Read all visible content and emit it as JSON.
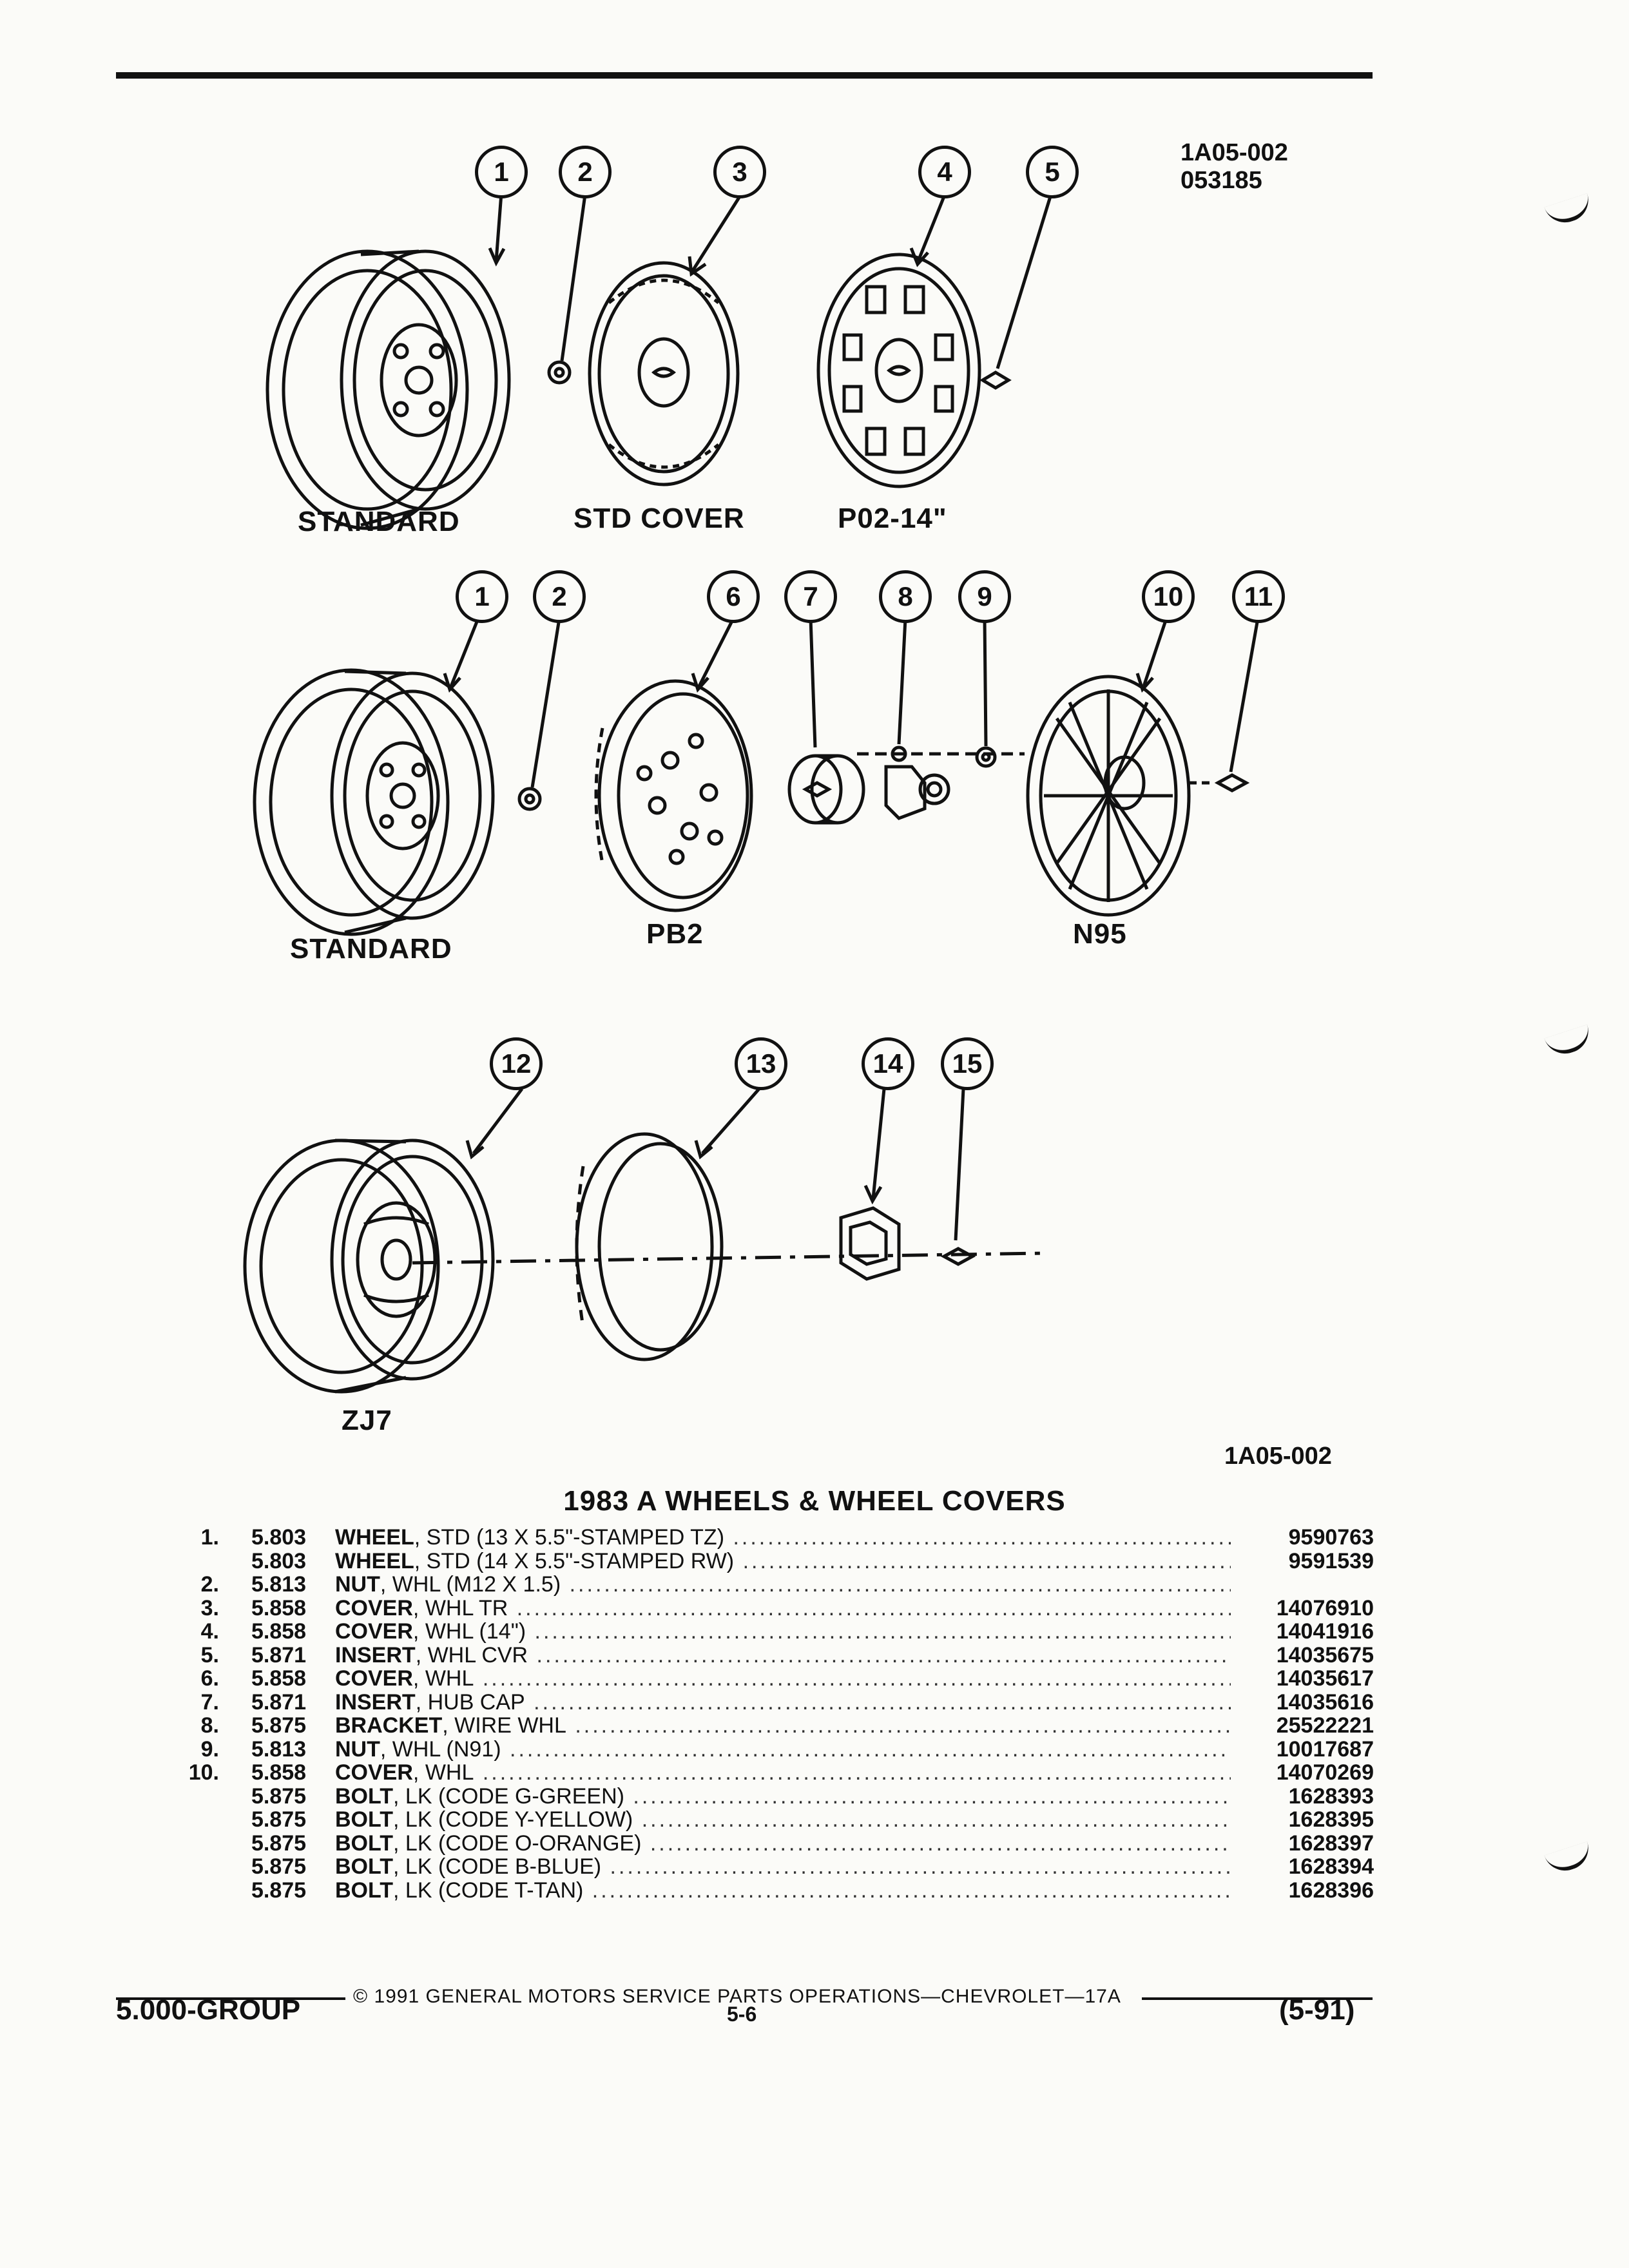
{
  "header": {
    "ref_code": "1A05-002",
    "ref_date": "053185"
  },
  "figure": {
    "labels": {
      "standard_1": "STANDARD",
      "std_cover": "STD COVER",
      "p02": "P02-14\"",
      "standard_2": "STANDARD",
      "pb2": "PB2",
      "n95": "N95",
      "zj7": "ZJ7"
    },
    "callouts": [
      "1",
      "2",
      "3",
      "4",
      "5",
      "1",
      "2",
      "6",
      "7",
      "8",
      "9",
      "10",
      "11",
      "12",
      "13",
      "14",
      "15"
    ],
    "ref_bottom": "1A05-002"
  },
  "parts": {
    "title": "1983 A WHEELS & WHEEL COVERS",
    "rows": [
      {
        "num": "1.",
        "group": "5.803",
        "lead": "WHEEL",
        "rest": ", STD (13 X 5.5\"-STAMPED TZ)",
        "part": "9590763"
      },
      {
        "num": "",
        "group": "5.803",
        "lead": "WHEEL",
        "rest": ", STD (14 X 5.5\"-STAMPED RW)",
        "part": "9591539"
      },
      {
        "num": "2.",
        "group": "5.813",
        "lead": "NUT",
        "rest": ", WHL (M12 X 1.5)",
        "part": ""
      },
      {
        "num": "3.",
        "group": "5.858",
        "lead": "COVER",
        "rest": ", WHL TR",
        "part": "14076910"
      },
      {
        "num": "4.",
        "group": "5.858",
        "lead": "COVER",
        "rest": ", WHL (14\")",
        "part": "14041916"
      },
      {
        "num": "5.",
        "group": "5.871",
        "lead": "INSERT",
        "rest": ", WHL CVR",
        "part": "14035675"
      },
      {
        "num": "6.",
        "group": "5.858",
        "lead": "COVER",
        "rest": ", WHL",
        "part": "14035617"
      },
      {
        "num": "7.",
        "group": "5.871",
        "lead": "INSERT",
        "rest": ", HUB CAP",
        "part": "14035616"
      },
      {
        "num": "8.",
        "group": "5.875",
        "lead": "BRACKET",
        "rest": ", WIRE WHL",
        "part": "25522221"
      },
      {
        "num": "9.",
        "group": "5.813",
        "lead": "NUT",
        "rest": ", WHL (N91)",
        "part": "10017687"
      },
      {
        "num": "10.",
        "group": "5.858",
        "lead": "COVER",
        "rest": ", WHL",
        "part": "14070269"
      },
      {
        "num": "",
        "group": "5.875",
        "lead": "BOLT",
        "rest": ", LK (CODE G-GREEN)",
        "part": "1628393"
      },
      {
        "num": "",
        "group": "5.875",
        "lead": "BOLT",
        "rest": ", LK (CODE Y-YELLOW)",
        "part": "1628395"
      },
      {
        "num": "",
        "group": "5.875",
        "lead": "BOLT",
        "rest": ", LK (CODE O-ORANGE)",
        "part": "1628397"
      },
      {
        "num": "",
        "group": "5.875",
        "lead": "BOLT",
        "rest": ", LK (CODE B-BLUE)",
        "part": "1628394"
      },
      {
        "num": "",
        "group": "5.875",
        "lead": "BOLT",
        "rest": ", LK (CODE T-TAN)",
        "part": "1628396"
      }
    ]
  },
  "footer": {
    "copyright": "© 1991 GENERAL MOTORS SERVICE PARTS OPERATIONS—CHEVROLET—17A",
    "group": "5.000-GROUP",
    "page": "5-6",
    "revision": "(5-91)"
  }
}
